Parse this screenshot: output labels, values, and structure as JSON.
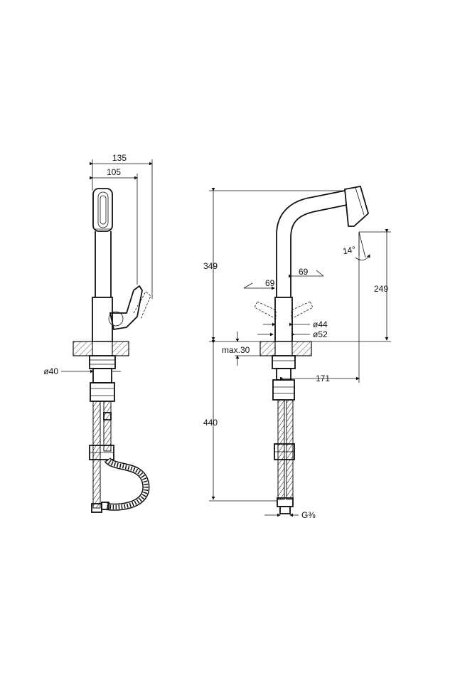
{
  "dimensions": {
    "width_total": "135",
    "width_spout": "105",
    "height_spout": "349",
    "height_outlet": "249",
    "angle": "14°",
    "rotation_left": "69",
    "rotation_right": "69",
    "dia_body_44": "ø44",
    "dia_base_52": "ø52",
    "max_thickness": "max.30",
    "reach": "171",
    "dia_hole": "ø40",
    "hose_length": "440",
    "thread": "G⅜"
  }
}
